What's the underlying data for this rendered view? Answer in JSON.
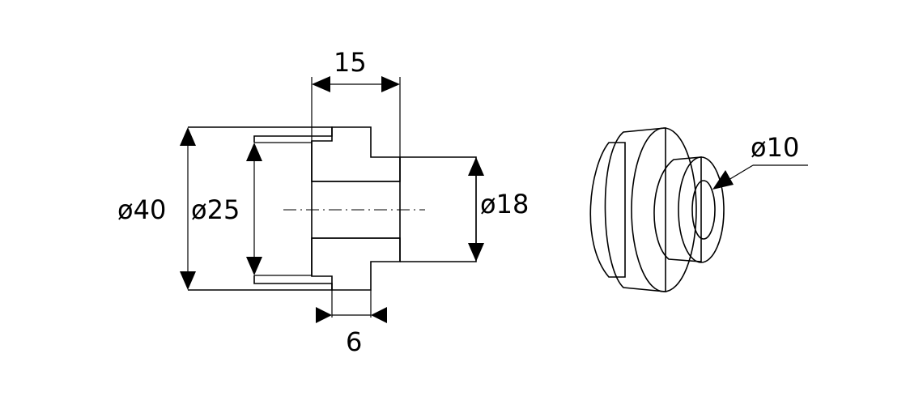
{
  "labels": {
    "length_overall": "15",
    "flange_width": "6",
    "dia_flange": "ø40",
    "dia_shoulder": "ø25",
    "dia_shaft": "ø18",
    "dia_bore": "ø10"
  },
  "colors": {
    "line": "#000000",
    "section_fill": "#e2e2e2",
    "body_gray": "#b9b9b9",
    "face_white": "#ffffff",
    "hole": "#000000"
  }
}
